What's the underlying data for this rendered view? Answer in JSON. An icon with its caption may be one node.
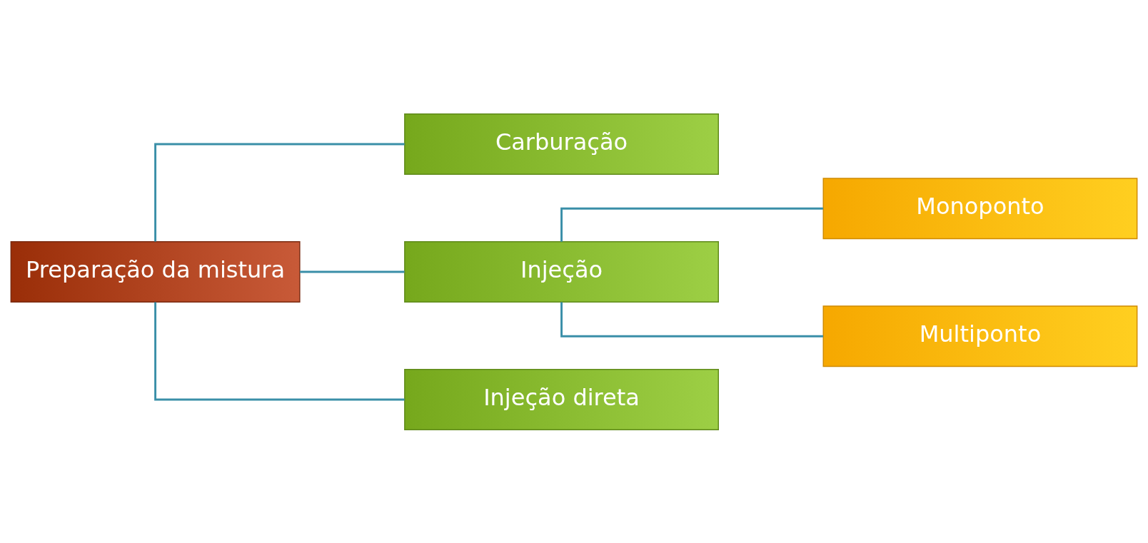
{
  "diagram": {
    "nodes": [
      {
        "text": [
          "Preparação da mistura"
        ]
      },
      {
        "text": [
          "Carburação"
        ]
      },
      {
        "text": [
          "Injeção"
        ]
      },
      {
        "text": [
          "Injeção direta"
        ]
      },
      {
        "text": [
          "Monoponto"
        ]
      },
      {
        "text": [
          "Multiponto"
        ]
      }
    ],
    "edges": [
      {
        "from": 0,
        "to": 1,
        "arrow": "none"
      },
      {
        "from": 0,
        "to": 2,
        "arrow": "none"
      },
      {
        "from": 0,
        "to": 3,
        "arrow": "none"
      },
      {
        "from": 2,
        "to": 4,
        "arrow": "none"
      },
      {
        "from": 2,
        "to": 5,
        "arrow": "none"
      }
    ]
  }
}
